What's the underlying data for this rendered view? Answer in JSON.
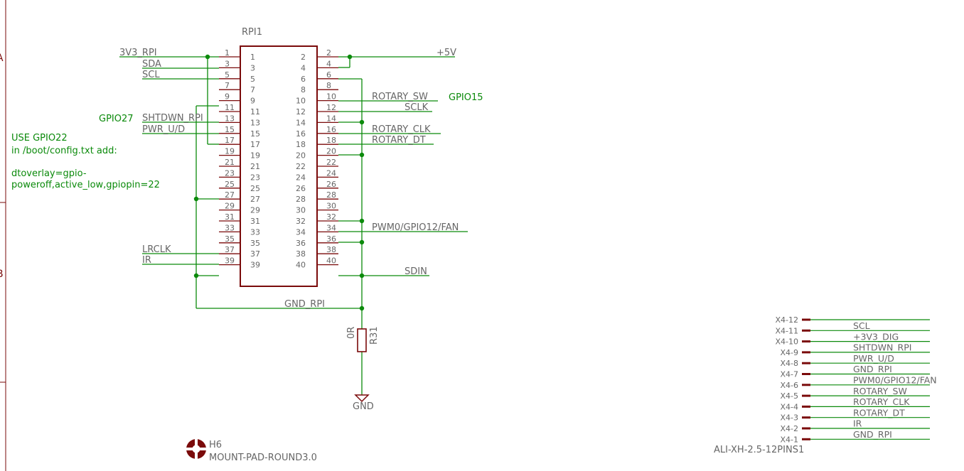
{
  "frame": {
    "zone_top": "A",
    "zone_bottom": "B"
  },
  "header": {
    "part_name": "RPI1",
    "left_pins": [
      "1",
      "3",
      "5",
      "7",
      "9",
      "11",
      "13",
      "15",
      "17",
      "19",
      "21",
      "23",
      "25",
      "27",
      "29",
      "31",
      "33",
      "35",
      "37",
      "39"
    ],
    "right_pins": [
      "2",
      "4",
      "6",
      "8",
      "10",
      "12",
      "14",
      "16",
      "18",
      "20",
      "22",
      "24",
      "26",
      "28",
      "30",
      "32",
      "34",
      "36",
      "38",
      "40"
    ]
  },
  "nets": {
    "n3v3_rpi": "3V3_RPI",
    "sda": "SDA",
    "scl": "SCL",
    "shtdwn_rpi": "SHTDWN_RPI",
    "pwr_ud": "PWR_U/D",
    "lrclk": "LRCLK",
    "ir": "IR",
    "p5v": "+5V",
    "rotary_sw": "ROTARY_SW",
    "sclk": "SCLK",
    "rotary_clk": "ROTARY_CLK",
    "rotary_dt": "ROTARY_DT",
    "pwm0": "PWM0/GPIO12/FAN",
    "sdin": "SDIN",
    "gnd_rpi": "GND_RPI",
    "gnd": "GND"
  },
  "annotations": {
    "gpio27": "GPIO27",
    "gpio15": "GPIO15",
    "note_lines": [
      "USE GPIO22",
      "in /boot/config.txt add:",
      "",
      "dtoverlay=gpio-",
      "poweroff,active_low,gpiopin=22"
    ]
  },
  "resistor": {
    "name": "R31",
    "value": "0R"
  },
  "mount_pad": {
    "name": "H6",
    "value": "MOUNT-PAD-ROUND3.0"
  },
  "connector": {
    "name": "ALI-XH-2.5-12PINS1",
    "pins": [
      {
        "pin": "X4-12",
        "net": "SCL"
      },
      {
        "pin": "X4-11",
        "net": "+3V3_DIG"
      },
      {
        "pin": "X4-10",
        "net": "SHTDWN_RPI"
      },
      {
        "pin": "X4-9",
        "net": "PWR_U/D"
      },
      {
        "pin": "X4-8",
        "net": "GND_RPI"
      },
      {
        "pin": "X4-7",
        "net": "PWM0/GPIO12/FAN"
      },
      {
        "pin": "X4-6",
        "net": "ROTARY_SW"
      },
      {
        "pin": "X4-5",
        "net": "ROTARY_CLK"
      },
      {
        "pin": "X4-4",
        "net": "ROTARY_DT"
      },
      {
        "pin": "X4-3",
        "net": "IR"
      },
      {
        "pin": "X4-2",
        "net": "GND_RPI"
      },
      {
        "pin": "X4-1",
        "net": ""
      }
    ]
  },
  "colors": {
    "wire": "#0b8a0b",
    "part": "#7a0a0a",
    "label": "#666666",
    "annotation": "#0b8a0b"
  }
}
